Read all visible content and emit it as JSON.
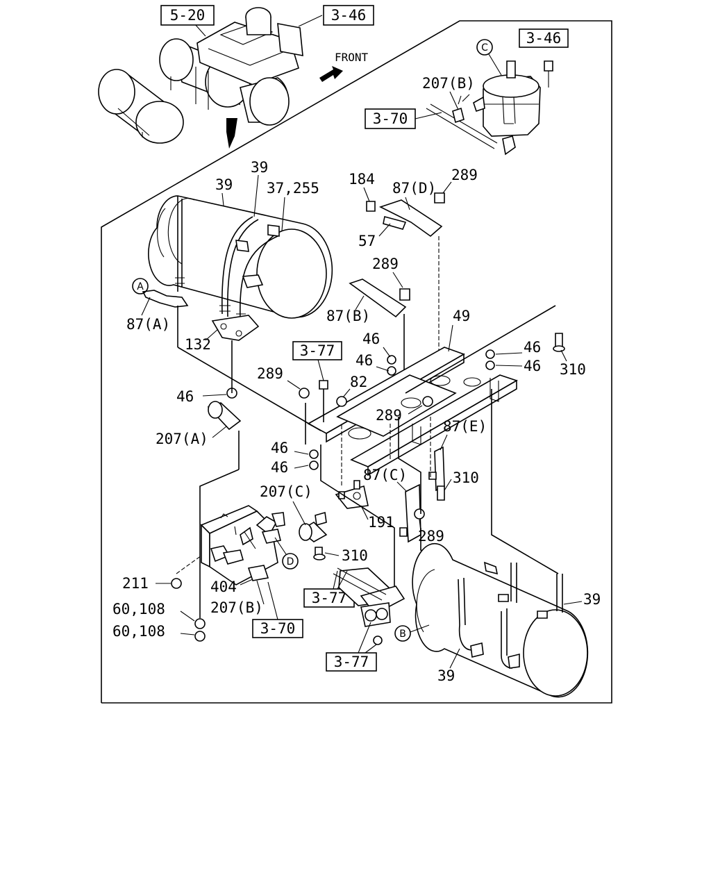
{
  "diagram": {
    "direction_label": "FRONT",
    "ref_boxes": {
      "r520": "5-20",
      "r346_top": "3-46",
      "r346_right": "3-46",
      "r370_top": "3-70",
      "r377_mid": "3-77",
      "r377_low1": "3-77",
      "r377_low2": "3-77",
      "r370_low": "3-70"
    },
    "circle_markers": {
      "A": "A",
      "B": "B",
      "C": "C",
      "D": "D"
    },
    "callouts": {
      "c207B_top": "207(B)",
      "c39a": "39",
      "c39b": "39",
      "c37_255": "37,255",
      "c184": "184",
      "c87D": "87(D)",
      "c289_top": "289",
      "c57": "57",
      "c289_b": "289",
      "c87A": "87(A)",
      "c87B": "87(B)",
      "c49": "49",
      "c132": "132",
      "c46_a": "46",
      "c46_b": "46",
      "c46_r1": "46",
      "c46_r2": "46",
      "c310_r": "310",
      "c289_c": "289",
      "c82": "82",
      "c46_l": "46",
      "c289_d": "289",
      "c87E": "87(E)",
      "c207A": "207(A)",
      "c46_m1": "46",
      "c46_m2": "46",
      "c87C": "87(C)",
      "c310_m": "310",
      "c207C": "207(C)",
      "c191": "191",
      "c289_e": "289",
      "c310_b": "310",
      "c211": "211",
      "c404": "404",
      "c207B_low": "207(B)",
      "c60_108_a": "60,108",
      "c60_108_b": "60,108",
      "c39_r": "39",
      "c39_bot": "39"
    }
  }
}
